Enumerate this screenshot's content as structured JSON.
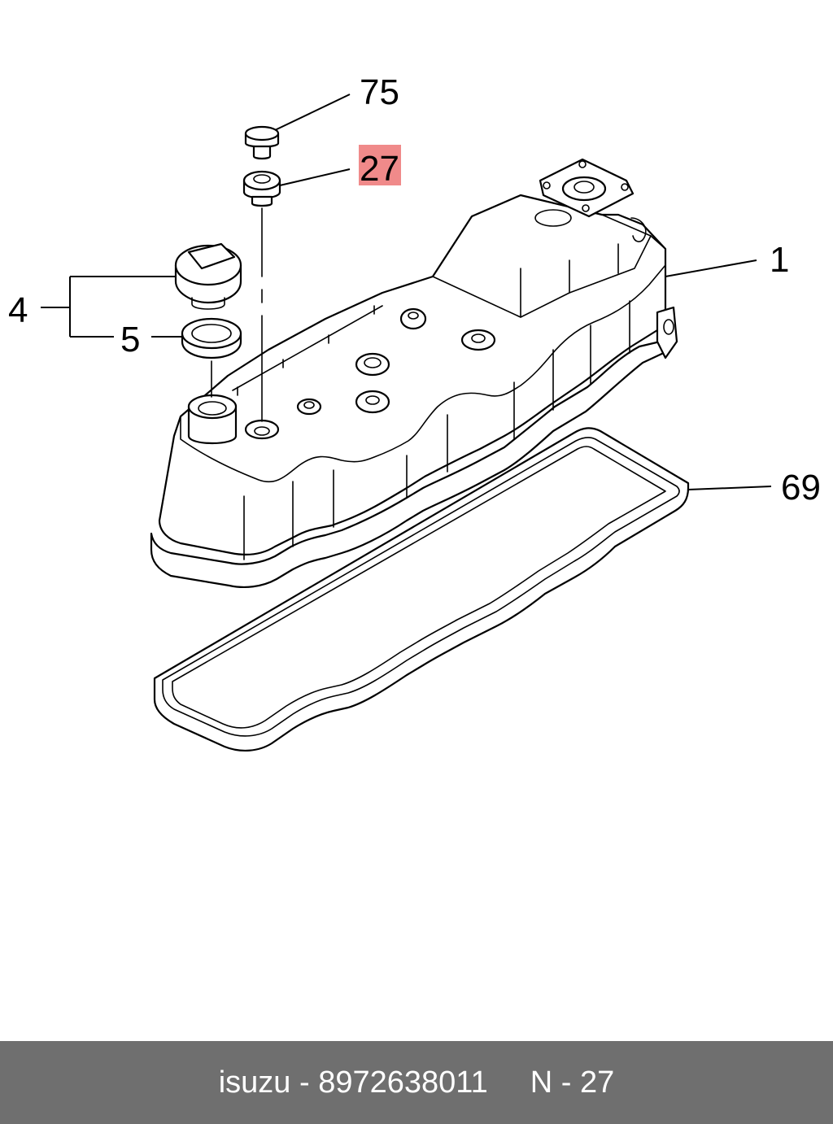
{
  "callouts": {
    "c75": "75",
    "c27": "27",
    "c1": "1",
    "c4": "4",
    "c5": "5",
    "c69": "69"
  },
  "highlight": {
    "callout": "27",
    "color": "#f08a8a"
  },
  "footer": {
    "brand": "isuzu",
    "separator": " - ",
    "part_number": "8972638011",
    "page_ref": "N - 27",
    "background": "#6f6f6f"
  }
}
